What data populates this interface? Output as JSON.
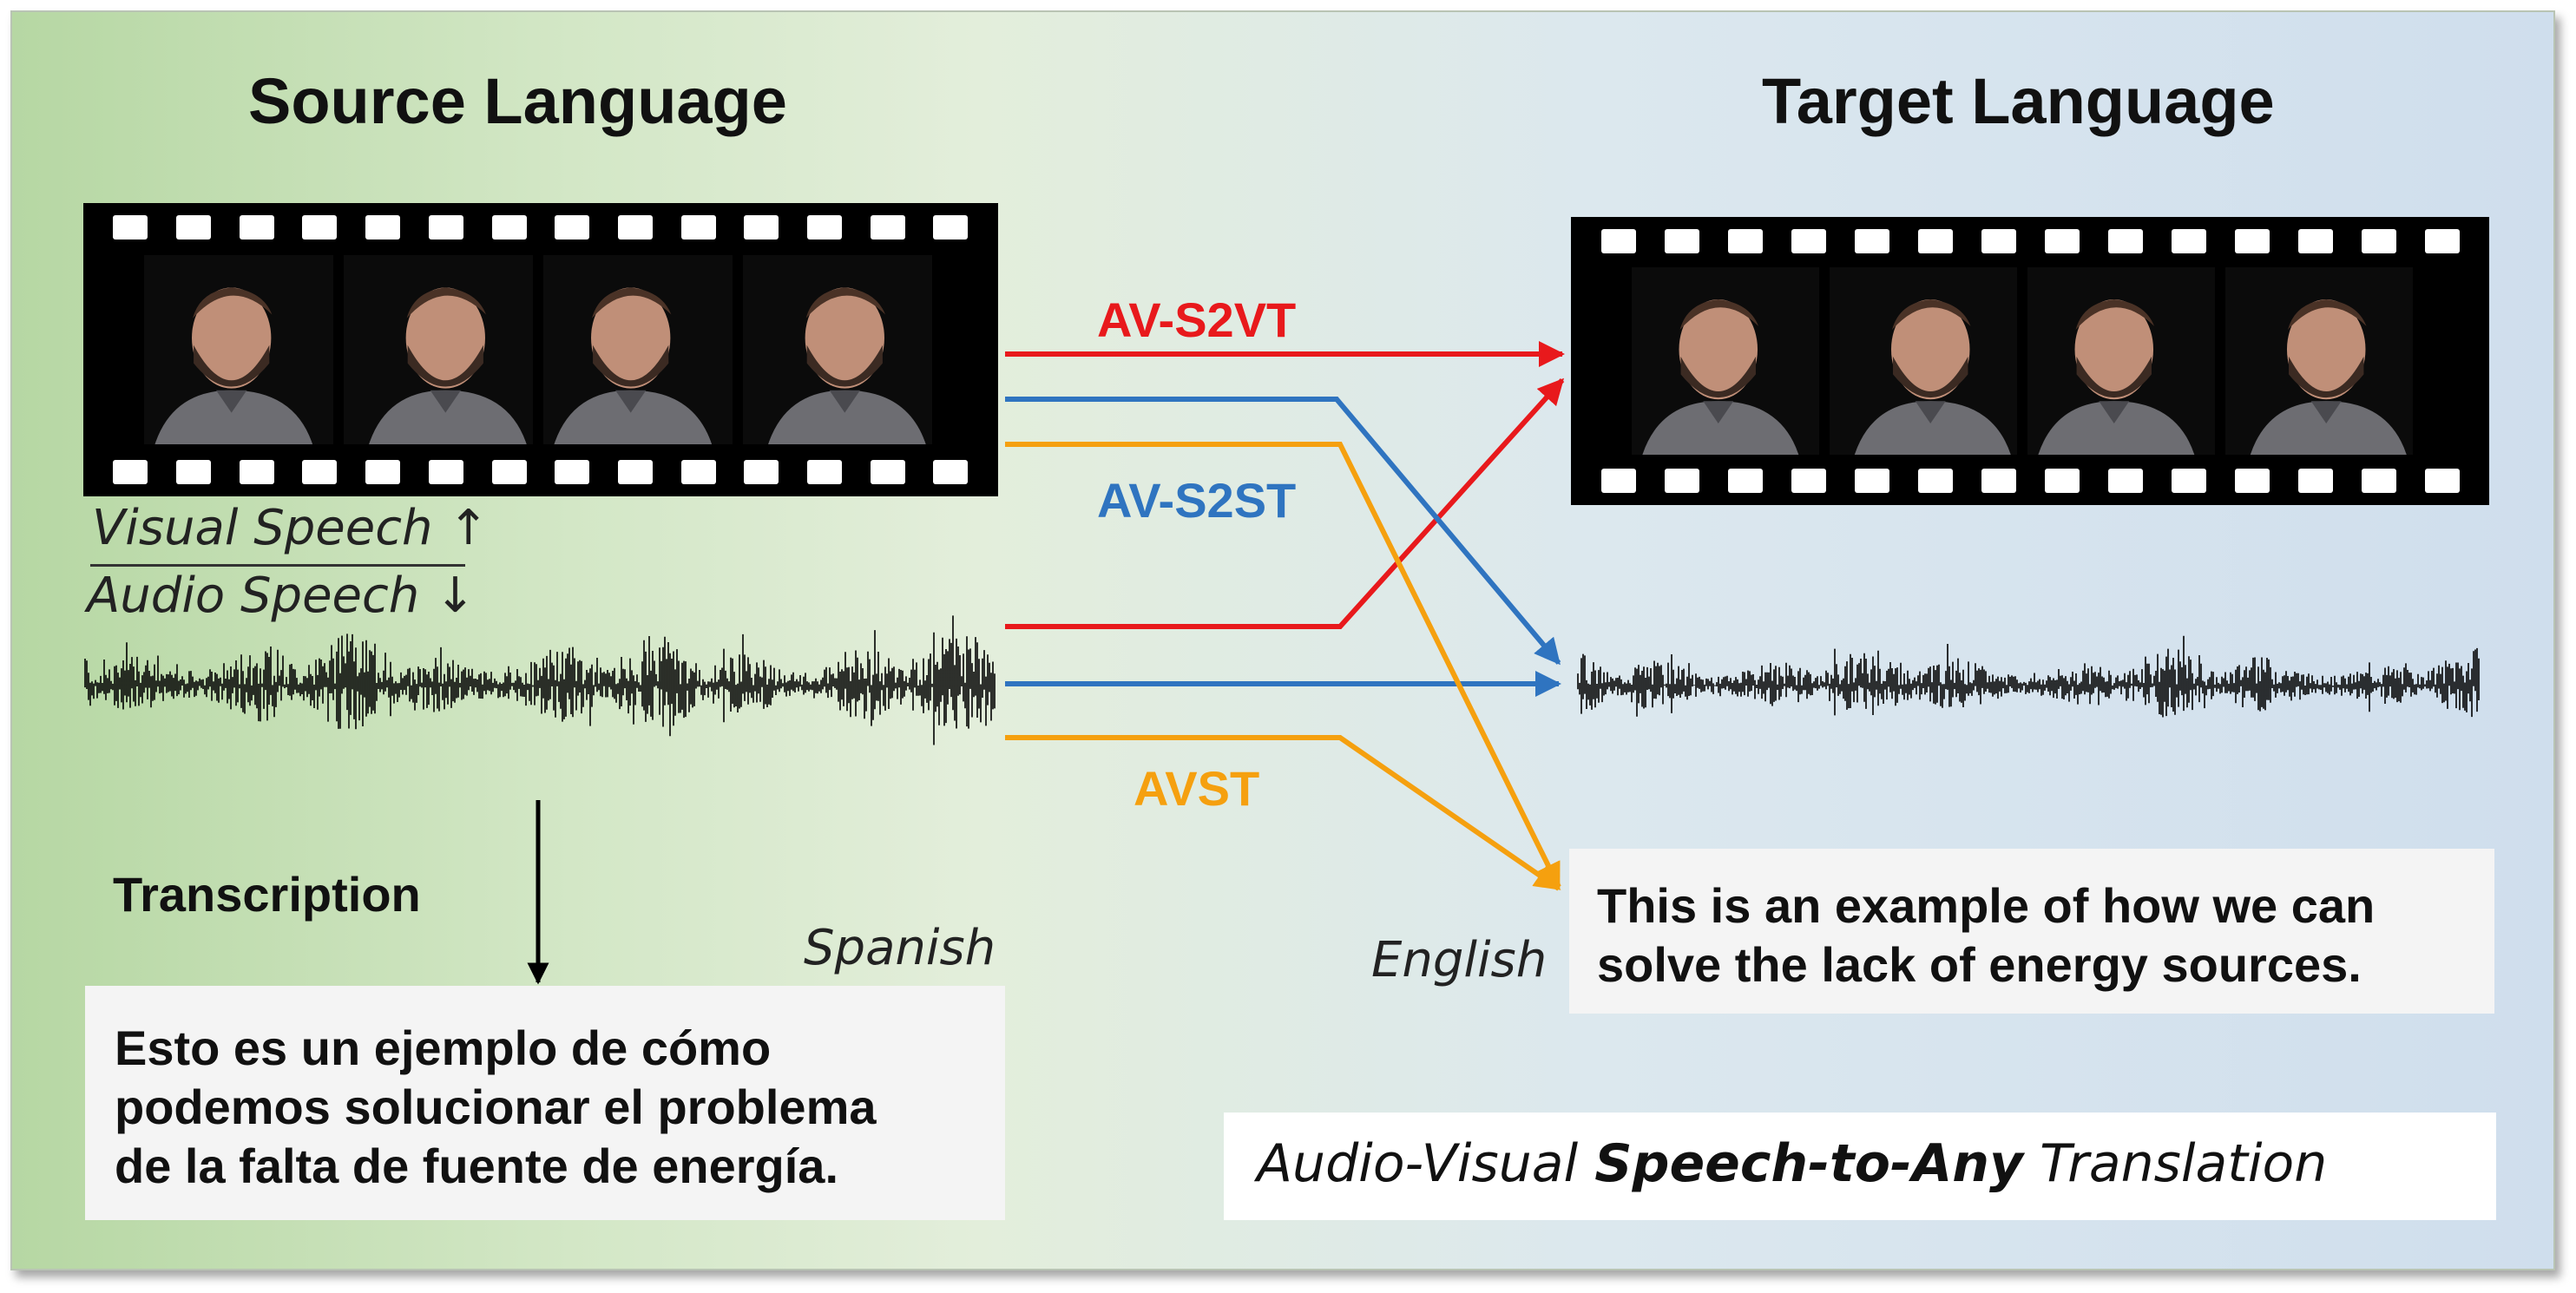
{
  "headings": {
    "source": "Source Language",
    "target": "Target Language"
  },
  "modality": {
    "visual": "Visual Speech",
    "visual_arrow": "↑",
    "audio": "Audio Speech",
    "audio_arrow": "↓"
  },
  "transcription_label": "Transcription",
  "languages": {
    "source": "Spanish",
    "target": "English"
  },
  "source_text": "Esto es un ejemplo de cómo\npodemos solucionar el problema\nde la falta de fuente de energía.",
  "target_text": "This is an example of how we can\nsolve the lack of energy sources.",
  "tasks": [
    {
      "label": "AV-S2VT",
      "color": "#e8191c"
    },
    {
      "label": "AV-S2ST",
      "color": "#2f74c0"
    },
    {
      "label": "AVST",
      "color": "#f5a00f"
    }
  ],
  "caption": {
    "part1": "Audio-Visual ",
    "bold": "Speech-to-Any",
    "part2": " Translation"
  }
}
